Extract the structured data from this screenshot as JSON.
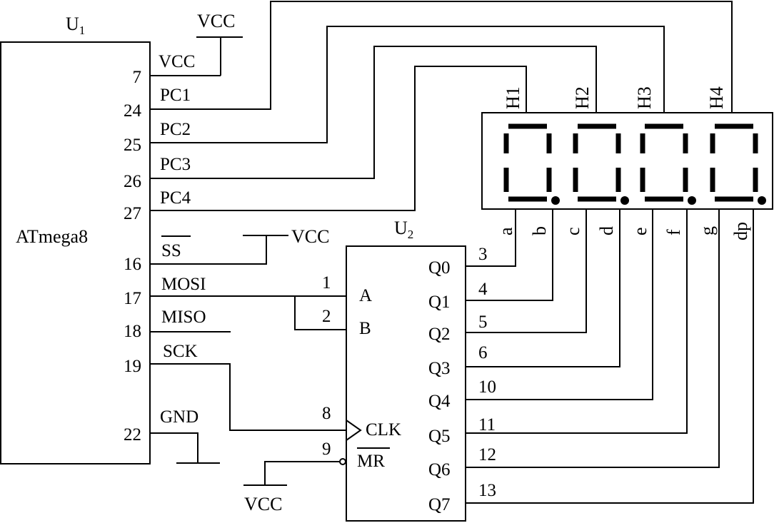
{
  "u1": {
    "ref_main": "U",
    "ref_sub": "1",
    "part": "ATmega8",
    "vcc_symbol": "VCC",
    "pins": [
      {
        "num": "7",
        "name": "VCC"
      },
      {
        "num": "24",
        "name": "PC1"
      },
      {
        "num": "25",
        "name": "PC2"
      },
      {
        "num": "26",
        "name": "PC3"
      },
      {
        "num": "27",
        "name": "PC4"
      },
      {
        "num": "16",
        "name": "SS",
        "overline": true
      },
      {
        "num": "17",
        "name": "MOSI"
      },
      {
        "num": "18",
        "name": "MISO"
      },
      {
        "num": "19",
        "name": "SCK"
      },
      {
        "num": "22",
        "name": "GND"
      }
    ],
    "ss_vcc": "VCC"
  },
  "u2": {
    "ref_main": "U",
    "ref_sub": "2",
    "inputs": [
      {
        "num": "1",
        "name": "A"
      },
      {
        "num": "2",
        "name": "B"
      },
      {
        "num": "8",
        "name": "CLK"
      },
      {
        "num": "9",
        "name": "MR",
        "overline": true
      }
    ],
    "mr_vcc": "VCC",
    "outputs": [
      {
        "num": "3",
        "name": "Q0"
      },
      {
        "num": "4",
        "name": "Q1"
      },
      {
        "num": "5",
        "name": "Q2"
      },
      {
        "num": "6",
        "name": "Q3"
      },
      {
        "num": "10",
        "name": "Q4"
      },
      {
        "num": "11",
        "name": "Q5"
      },
      {
        "num": "12",
        "name": "Q6"
      },
      {
        "num": "13",
        "name": "Q7"
      }
    ]
  },
  "display": {
    "digits": [
      "H1",
      "H2",
      "H3",
      "H4"
    ],
    "segments": [
      "a",
      "b",
      "c",
      "d",
      "e",
      "f",
      "g",
      "dp"
    ]
  }
}
